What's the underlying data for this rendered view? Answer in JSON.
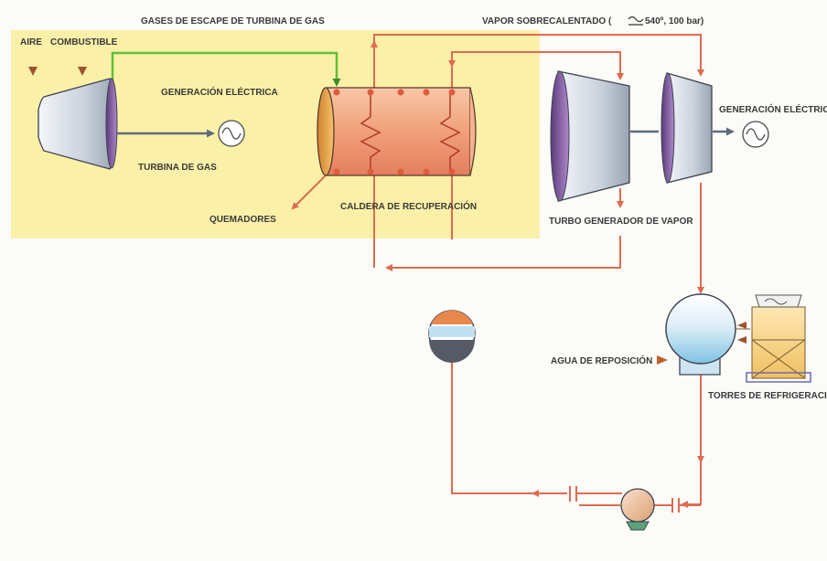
{
  "labels": {
    "gas_exhaust": "GASES DE ESCAPE DE TURBINA DE GAS",
    "superheated_steam": "VAPOR SOBRECALENTADO (",
    "steam_conditions": " 540º, 100 bar)",
    "air": "AIRE",
    "fuel": "COMBUSTIBLE",
    "power_gen_gas": "GENERACIÓN ELÉCTRICA",
    "power_gen_steam": "GENERACIÓN ELÉCTRICA",
    "gas_turbine": "TURBINA DE GAS",
    "burners": "QUEMADORES",
    "hrsg": "CALDERA DE RECUPERACIÓN",
    "steam_turbine": "TURBO GENERADOR DE VAPOR",
    "makeup_water": "AGUA DE REPOSICIÓN",
    "cooling_towers": "TORRES DE REFRIGERACIÓN"
  },
  "colors": {
    "gas_zone": "#fbf0a8",
    "steam_line": "#e06a50",
    "exhaust_line": "#5cc238",
    "shaft": "#5e6b7e",
    "turbine_face": "#7a4d96",
    "boiler_body": "#f2a27a",
    "label": "#3a3a3a"
  }
}
